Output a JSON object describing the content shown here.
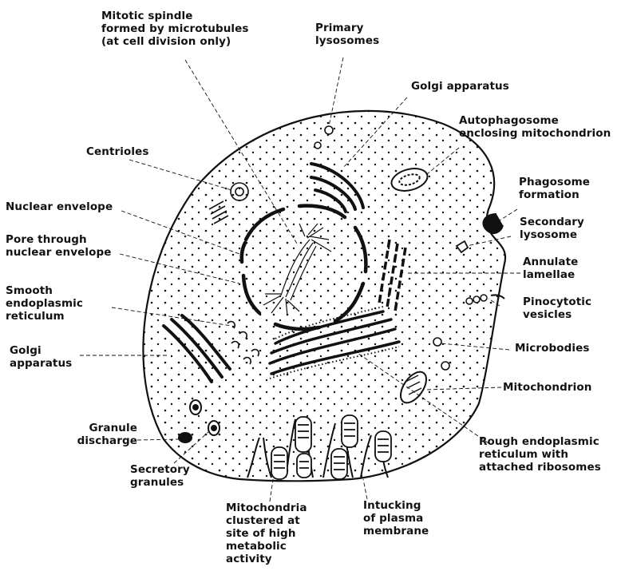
{
  "labels": {
    "mitotic_spindle": "Mitotic spindle\nformed by microtubules\n(at cell division only)",
    "primary_lysosomes": "Primary\nlysosomes",
    "golgi_top": "Golgi apparatus",
    "autophagosome": "Autophagosome\nenclosing mitochondrion",
    "centrioles": "Centrioles",
    "phagosome": "Phagosome\nformation",
    "nuclear_envelope": "Nuclear envelope",
    "secondary_lysosome": "Secondary\nlysosome",
    "pore": "Pore through\nnuclear envelope",
    "annulate": "Annulate\nlamellae",
    "smooth_er": "Smooth\nendoplasmic\nreticulum",
    "pinocytotic": "Pinocytotic\nvesicles",
    "golgi_left": "Golgi\napparatus",
    "microbodies": "Microbodies",
    "mitochondrion": "Mitochondrion",
    "granule_discharge": "Granule\ndischarge",
    "rough_er": "Rough endoplasmic\nreticulum with\nattached ribosomes",
    "secretory": "Secretory\ngranules",
    "mito_clustered": "Mitochondria\nclustered at\nsite of high\nmetabolic\nactivity",
    "intucking": "Intucking\nof plasma\nmembrane"
  },
  "colors": {
    "ink": "#111111",
    "background": "#ffffff"
  }
}
